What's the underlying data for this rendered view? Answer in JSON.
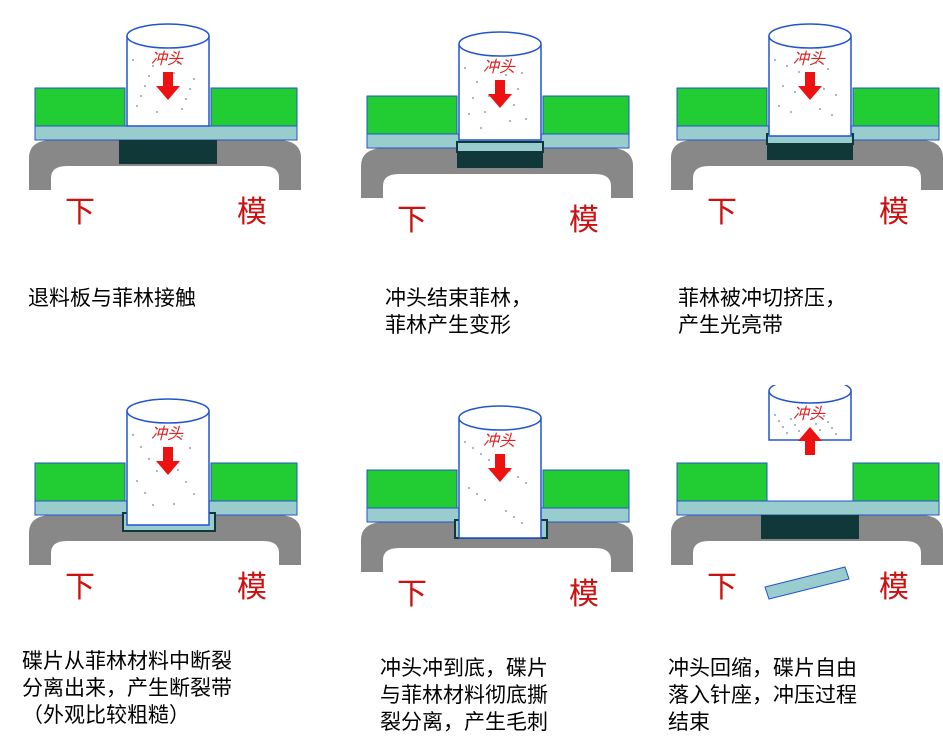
{
  "labels": {
    "punch": "冲头",
    "die_left": "下",
    "die_right": "模"
  },
  "colors": {
    "stripper": "#22cc33",
    "sheet": "#99cccc",
    "die": "#888888",
    "punch": "#ffffff",
    "outline": "#2255cc",
    "dark": "#103838",
    "arrow": "#ee1111",
    "text_red": "#cc1111"
  },
  "steps": [
    {
      "id": 1,
      "punch_direction": "down",
      "lines": [
        "退料板与菲林接触"
      ]
    },
    {
      "id": 2,
      "punch_direction": "down",
      "lines": [
        "冲头结束菲林，",
        "菲林产生变形"
      ]
    },
    {
      "id": 3,
      "punch_direction": "down",
      "lines": [
        "菲林被冲切挤压，",
        "产生光亮带"
      ]
    },
    {
      "id": 4,
      "punch_direction": "down",
      "lines": [
        "碟片从菲林材料中断裂",
        "分离出来，产生断裂带",
        "（外观比较粗糙）"
      ]
    },
    {
      "id": 5,
      "punch_direction": "down",
      "lines": [
        "冲头冲到底，碟片",
        "与菲林材料彻底撕",
        "裂分离，产生毛刺"
      ]
    },
    {
      "id": 6,
      "punch_direction": "up",
      "lines": [
        "冲头回缩，碟片自由",
        "落入针座，冲压过程",
        "结束"
      ]
    }
  ]
}
